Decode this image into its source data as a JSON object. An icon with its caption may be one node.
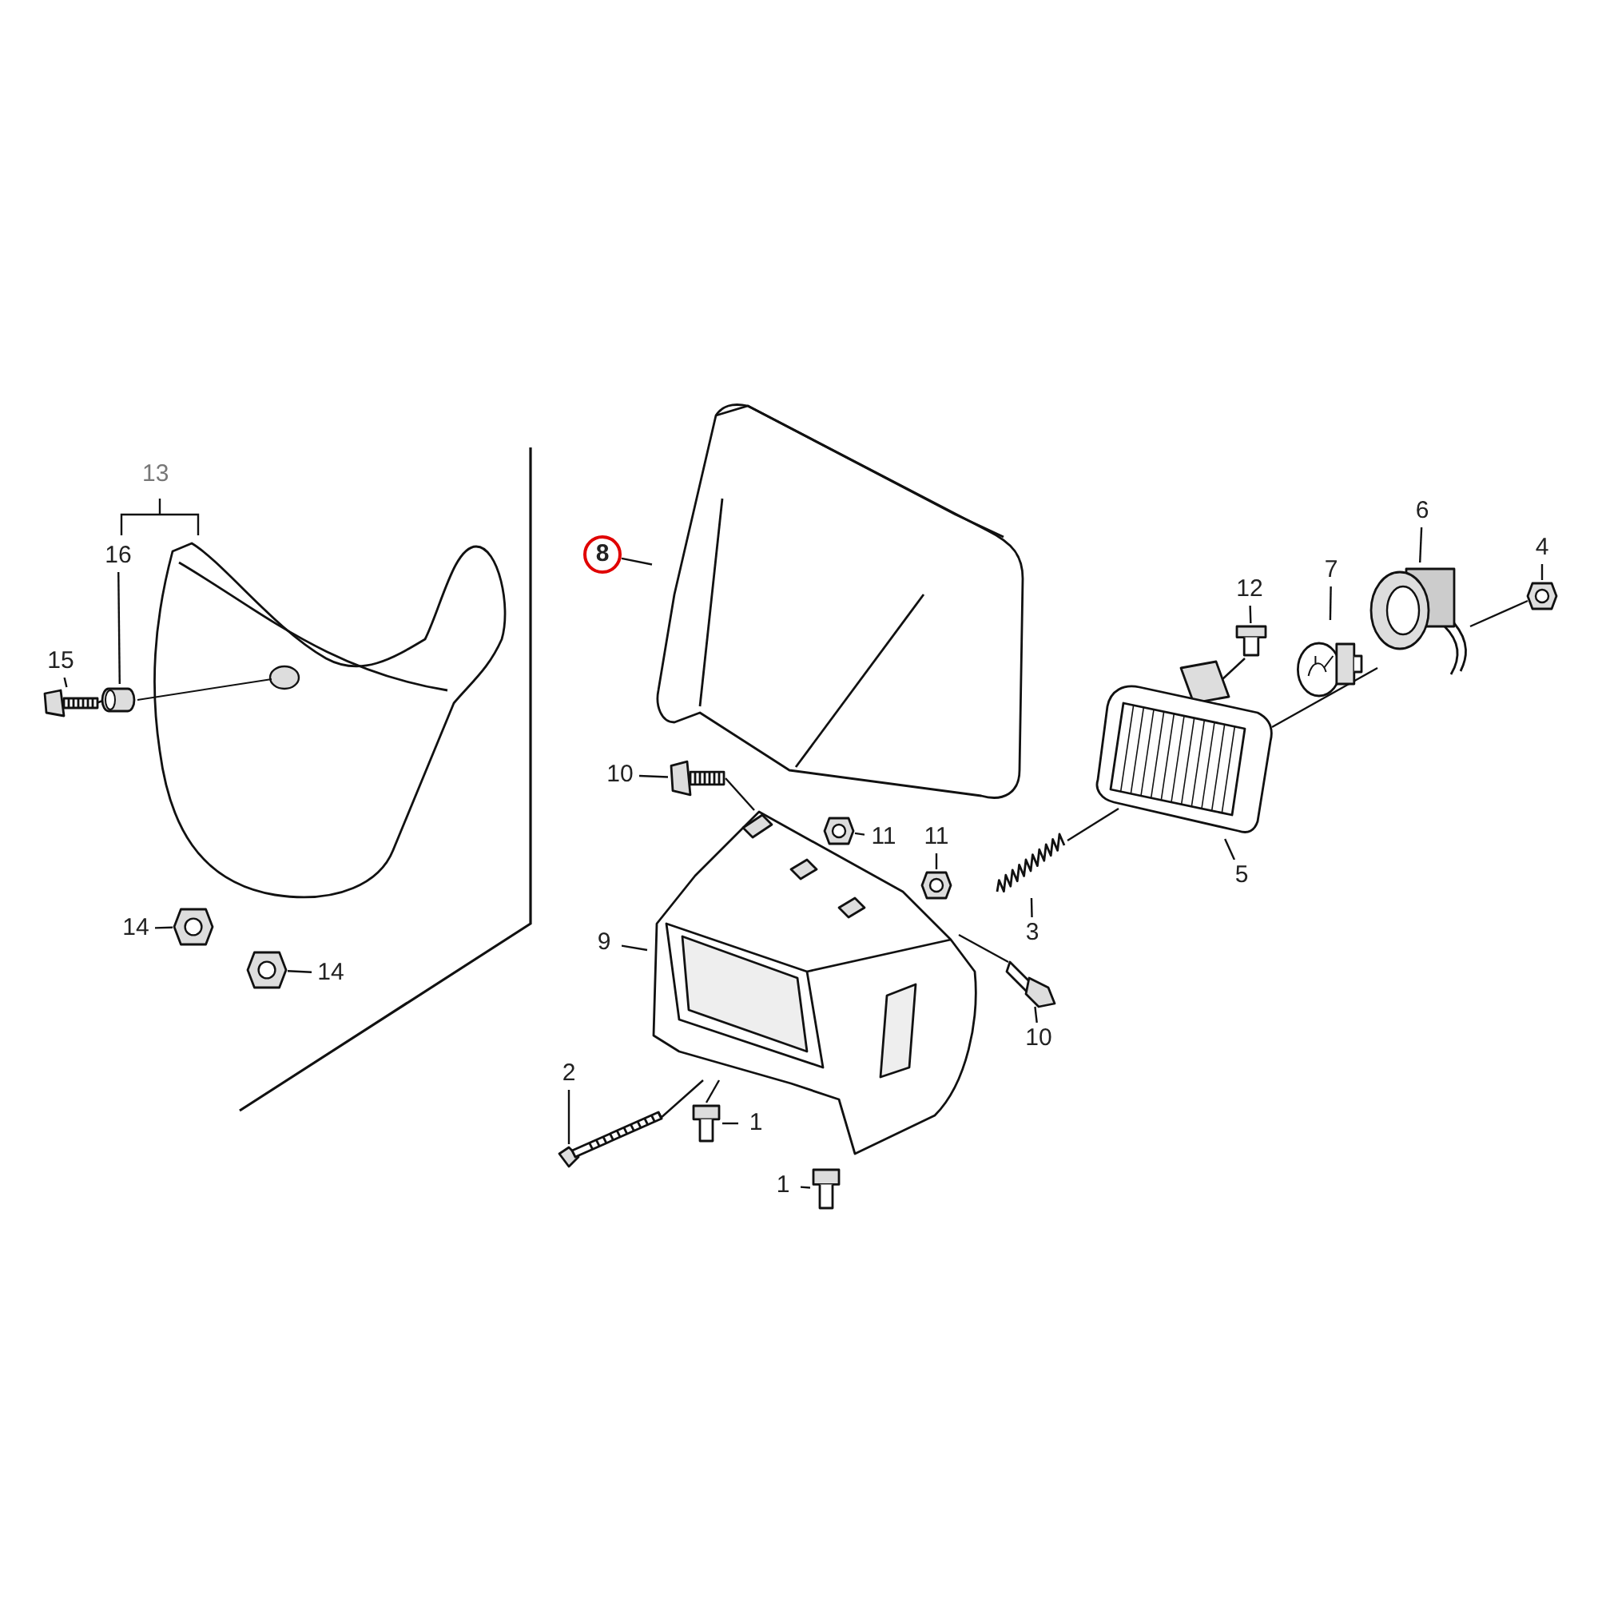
{
  "diagram": {
    "nodes": [
      {
        "text": [
          "6"
        ]
      },
      {
        "text": [],
        "shape": "picture"
      },
      {
        "text": [
          "4"
        ]
      },
      {
        "text": [],
        "shape": "picture"
      },
      {
        "text": [
          "8"
        ]
      },
      {
        "text": [],
        "shape": "picture"
      },
      {
        "text": [
          "16"
        ]
      },
      {
        "text": [],
        "shape": "picture"
      },
      {
        "text": [
          "12"
        ]
      },
      {
        "text": [],
        "shape": "picture"
      },
      {
        "text": [
          "7"
        ]
      },
      {
        "text": [],
        "shape": "picture"
      },
      {
        "text": [
          "15"
        ]
      },
      {
        "text": [],
        "shape": "picture"
      },
      {
        "text": [
          "10"
        ]
      },
      {
        "text": [],
        "shape": "picture"
      },
      {
        "text": [
          "11"
        ]
      },
      {
        "text": [],
        "shape": "picture"
      },
      {
        "text": [
          "11"
        ]
      },
      {
        "text": [],
        "shape": "picture"
      },
      {
        "text": [
          "5"
        ]
      },
      {
        "text": [],
        "shape": "picture"
      },
      {
        "text": [
          "3"
        ]
      },
      {
        "text": [],
        "shape": "picture"
      },
      {
        "text": [
          "14"
        ]
      },
      {
        "text": [],
        "shape": "picture"
      },
      {
        "text": [
          "9"
        ]
      },
      {
        "text": [],
        "shape": "picture"
      },
      {
        "text": [
          "14"
        ]
      },
      {
        "text": [],
        "shape": "picture"
      },
      {
        "text": [
          "10"
        ]
      },
      {
        "text": [],
        "shape": "picture"
      },
      {
        "text": [
          "2"
        ]
      },
      {
        "text": [],
        "shape": "picture"
      },
      {
        "text": [
          "1"
        ]
      },
      {
        "text": [],
        "shape": "picture"
      },
      {
        "text": [
          "1"
        ]
      },
      {
        "text": [],
        "shape": "picture"
      }
    ],
    "edges": [
      {
        "from": 0,
        "to": 1,
        "arrow": "none"
      },
      {
        "from": 2,
        "to": 3,
        "arrow": "none"
      },
      {
        "from": 4,
        "to": 5,
        "arrow": "none"
      },
      {
        "from": 6,
        "to": 7,
        "arrow": "none"
      },
      {
        "from": 8,
        "to": 9,
        "arrow": "none"
      },
      {
        "from": 10,
        "to": 11,
        "arrow": "none"
      },
      {
        "from": 12,
        "to": 13,
        "arrow": "none"
      },
      {
        "from": 14,
        "to": 15,
        "arrow": "none"
      },
      {
        "from": 16,
        "to": 17,
        "arrow": "none"
      },
      {
        "from": 18,
        "to": 19,
        "arrow": "none"
      },
      {
        "from": 20,
        "to": 21,
        "arrow": "none"
      },
      {
        "from": 22,
        "to": 23,
        "arrow": "none"
      },
      {
        "from": 24,
        "to": 25,
        "arrow": "none"
      },
      {
        "from": 26,
        "to": 27,
        "arrow": "none"
      },
      {
        "from": 28,
        "to": 29,
        "arrow": "none"
      },
      {
        "from": 30,
        "to": 31,
        "arrow": "none"
      },
      {
        "from": 32,
        "to": 33,
        "arrow": "none"
      },
      {
        "from": 34,
        "to": 35,
        "arrow": "none"
      },
      {
        "from": 36,
        "to": 37,
        "arrow": "none"
      },
      {
        "from": 13,
        "to": 7,
        "arrow": "none"
      },
      {
        "from": 15,
        "to": 27,
        "arrow": "none"
      },
      {
        "from": 9,
        "to": 21,
        "arrow": "none"
      },
      {
        "from": 1,
        "to": 21,
        "arrow": "none"
      },
      {
        "from": 3,
        "to": 1,
        "arrow": "none"
      },
      {
        "from": 23,
        "to": 21,
        "arrow": "none"
      },
      {
        "from": 31,
        "to": 27,
        "arrow": "none"
      },
      {
        "from": 33,
        "to": 27,
        "arrow": "none"
      },
      {
        "from": 35,
        "to": 27,
        "arrow": "none"
      }
    ],
    "labels": [
      "13"
    ]
  }
}
